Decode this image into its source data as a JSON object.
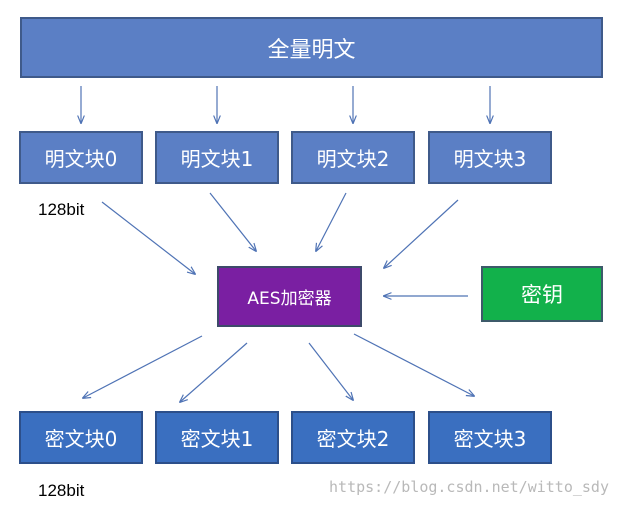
{
  "plaintext": {
    "title": "全量明文"
  },
  "plain_blocks": [
    "明文块0",
    "明文块1",
    "明文块2",
    "明文块3"
  ],
  "block_size_top": "128bit",
  "encryptor": {
    "label": "AES加密器"
  },
  "key": {
    "label": "密钥"
  },
  "cipher_blocks": [
    "密文块0",
    "密文块1",
    "密文块2",
    "密文块3"
  ],
  "block_size_bottom": "128bit",
  "watermark": "https://blog.csdn.net/witto_sdy",
  "colors": {
    "header": "#5b7fc5",
    "plain_block": "#5b7fc5",
    "cipher_block": "#3a6fc0",
    "encryptor": "#7a1fa2",
    "key": "#12b14b",
    "arrow": "#4f73b5"
  }
}
